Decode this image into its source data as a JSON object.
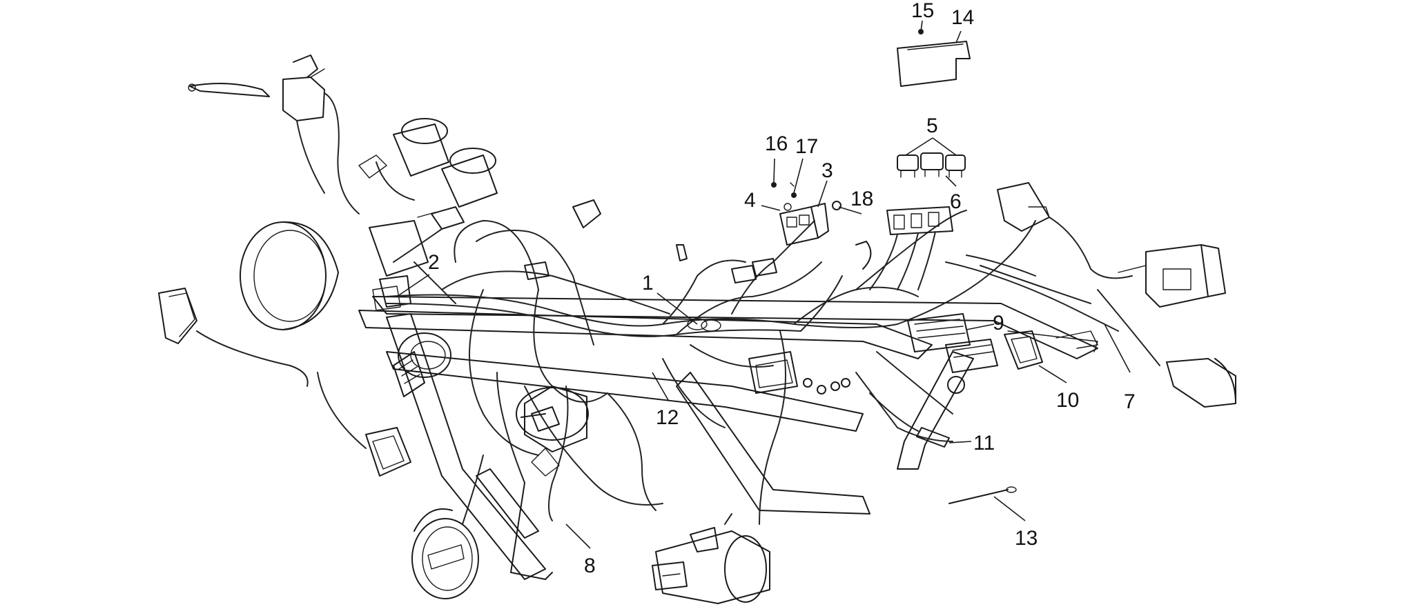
{
  "callouts": {
    "c1": "1",
    "c2": "2",
    "c3": "3",
    "c4": "4",
    "c5": "5",
    "c6": "6",
    "c7": "7",
    "c8": "8",
    "c9": "9",
    "c10": "10",
    "c11": "11",
    "c12": "12",
    "c13": "13",
    "c14": "14",
    "c15": "15",
    "c16": "16",
    "c17": "17",
    "c18": "18"
  },
  "colors": {
    "ink": "#1a1a1a",
    "paper": "#ffffff"
  }
}
